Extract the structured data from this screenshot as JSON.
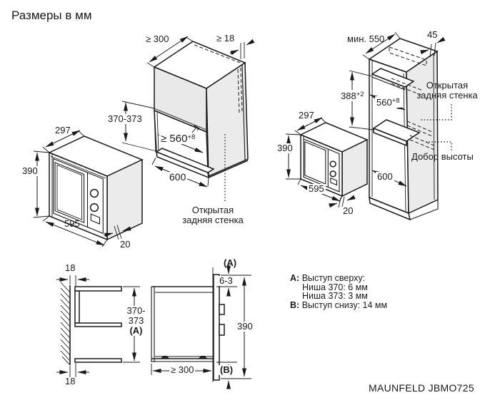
{
  "title": "Размеры в мм",
  "model": "MAUNFELD JBMO725",
  "left_microwave": {
    "depth": "297",
    "height": "390",
    "width": "595",
    "front_overhang": "20"
  },
  "center_cabinet": {
    "min_depth": "≥ 300",
    "min_panel": "≥ 18",
    "niche_height": "370-373",
    "inner_width": "≥ 560",
    "inner_width_tol": "+8",
    "outer_width": "600",
    "open_back_line1": "Открытая",
    "open_back_line2": "задняя стенка"
  },
  "right_cabinet": {
    "min_depth": "мин. 550",
    "filler_width": "45",
    "niche_height": "388",
    "niche_height_tol": "+2",
    "inner_width": "560",
    "inner_width_tol": "+8",
    "open_back_line1": "Открытая",
    "open_back_line2": "задняя стенка",
    "filler_note": "Добор высоты",
    "lower_height": "600",
    "microwave": {
      "depth": "297",
      "height": "390",
      "width": "595",
      "front_overhang": "20"
    }
  },
  "side_view": {
    "wall_gap_top": "18",
    "wall_gap_bottom": "18",
    "niche_height_line1": "370-",
    "niche_height_line2": "373",
    "niche_height_line3": "(A)",
    "label_a": "(A)",
    "top_overhang": "6-3",
    "front_height": "390",
    "min_depth": "≥ 300",
    "label_b": "(B)"
  },
  "legend": {
    "a_key": "A:",
    "a_title": "Выступ сверху:",
    "a_row1": "Ниша 370: 6 мм",
    "a_row2": "Ниша 373: 3 мм",
    "b_key": "B:",
    "b_title": "Выступ снизу: 14 мм"
  }
}
